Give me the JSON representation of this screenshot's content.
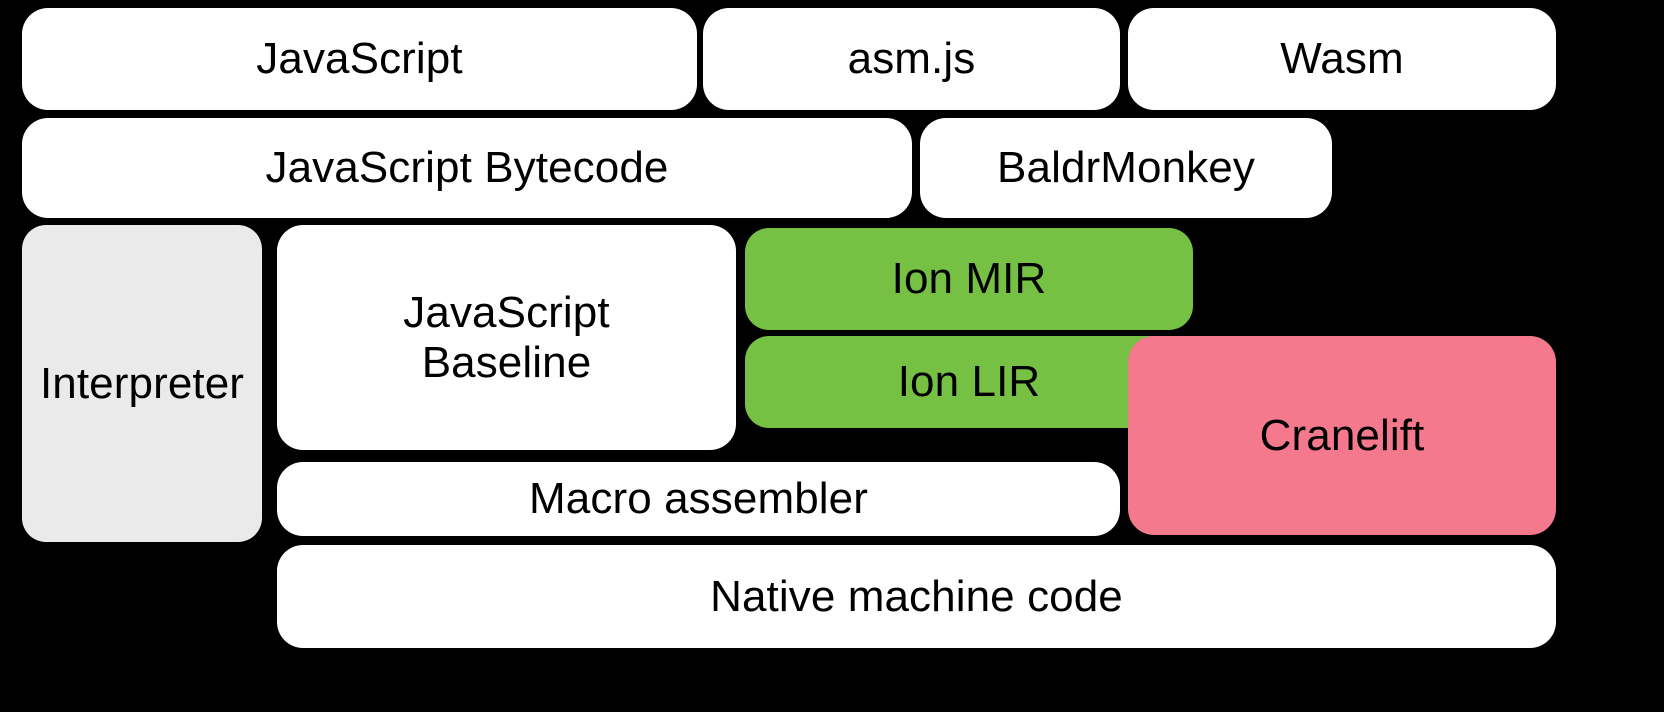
{
  "diagram": {
    "title": "SpiderMonkey compilation pipeline",
    "background_color": "#000000",
    "colors": {
      "white": "#FFFFFF",
      "gray": "#EAEAEA",
      "green": "#76C043",
      "pink": "#F4798C",
      "text": "#000000"
    },
    "rows": [
      {
        "name": "source-languages",
        "nodes": [
          "javascript",
          "asmjs",
          "wasm"
        ]
      },
      {
        "name": "front-end-representations",
        "nodes": [
          "js-bytecode",
          "baldrmonkey"
        ]
      },
      {
        "name": "execution-tiers",
        "nodes": [
          "interpreter",
          "js-baseline",
          "ion-mir",
          "ion-lir",
          "cranelift",
          "macro-assembler"
        ]
      },
      {
        "name": "output",
        "nodes": [
          "native-code"
        ]
      }
    ],
    "nodes": {
      "javascript": {
        "label": "JavaScript",
        "fill": "#FFFFFF"
      },
      "asmjs": {
        "label": "asm.js",
        "fill": "#FFFFFF"
      },
      "wasm": {
        "label": "Wasm",
        "fill": "#FFFFFF"
      },
      "js_bytecode": {
        "label": "JavaScript Bytecode",
        "fill": "#FFFFFF"
      },
      "baldrmonkey": {
        "label": "BaldrMonkey",
        "fill": "#FFFFFF"
      },
      "interpreter": {
        "label": "Interpreter",
        "fill": "#EAEAEA"
      },
      "js_baseline": {
        "label": "JavaScript\nBaseline",
        "fill": "#FFFFFF"
      },
      "ion_mir": {
        "label": "Ion MIR",
        "fill": "#76C043"
      },
      "ion_lir": {
        "label": "Ion LIR",
        "fill": "#76C043"
      },
      "cranelift": {
        "label": "Cranelift",
        "fill": "#F4798C"
      },
      "macro_assembler": {
        "label": "Macro assembler",
        "fill": "#FFFFFF"
      },
      "native_code": {
        "label": "Native machine code",
        "fill": "#FFFFFF"
      }
    }
  }
}
